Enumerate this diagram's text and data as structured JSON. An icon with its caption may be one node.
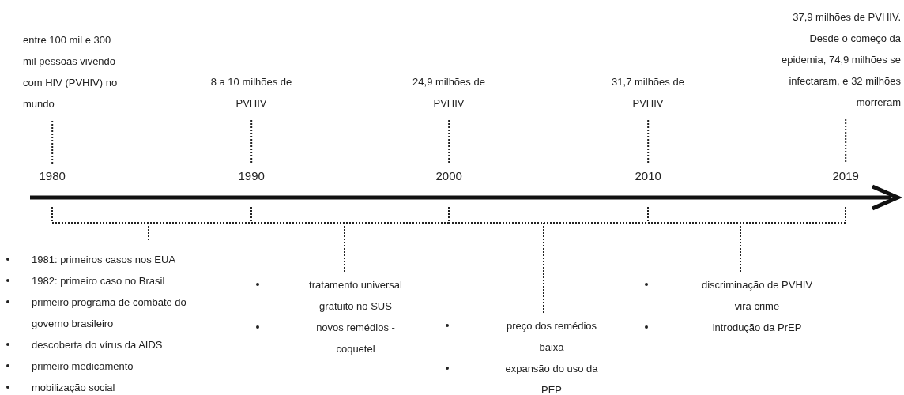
{
  "diagram": {
    "nodes": [
      {
        "text": [
          "entre 100 mil e 300 mil pessoas vivendo com HIV (PVHIV) no mundo"
        ]
      },
      {
        "text": [
          "8 a 10 milhões de PVHIV"
        ]
      },
      {
        "text": [
          "24,9 milhões de PVHIV"
        ]
      },
      {
        "text": [
          "31,7 milhões de PVHIV"
        ]
      },
      {
        "text": [
          "37,9 milhões de PVHIV. Desde o começo da epidemia, 74,9 milhões se infectaram, e 32 milhões morreram"
        ]
      },
      {
        "text": [
          "1980"
        ]
      },
      {
        "text": [
          "1990"
        ]
      },
      {
        "text": [
          "2000"
        ]
      },
      {
        "text": [
          "2010"
        ]
      },
      {
        "text": [
          "2019"
        ]
      },
      {
        "text": [
          "1981: primeiros casos nos EUA",
          "1982: primeiro caso no Brasil",
          "primeiro programa de combate do governo brasileiro",
          "descoberta do vírus da AIDS",
          "primeiro medicamento",
          "mobilização social"
        ]
      },
      {
        "text": [
          "tratamento universal gratuito no SUS",
          "novos remédios - coquetel"
        ]
      },
      {
        "text": [
          "preço dos remédios baixa",
          "expansão do uso da PEP"
        ]
      },
      {
        "text": [
          "discriminação de PVHIV vira crime",
          "introdução da PrEP"
        ]
      }
    ],
    "edges": [
      {
        "from": 0,
        "to": 5,
        "arrow": "none",
        "style": "dashed"
      },
      {
        "from": 1,
        "to": 6,
        "arrow": "none",
        "style": "dashed"
      },
      {
        "from": 2,
        "to": 7,
        "arrow": "none",
        "style": "dashed"
      },
      {
        "from": 3,
        "to": 8,
        "arrow": "none",
        "style": "dashed"
      },
      {
        "from": 4,
        "to": 9,
        "arrow": "none",
        "style": "dashed"
      }
    ]
  }
}
